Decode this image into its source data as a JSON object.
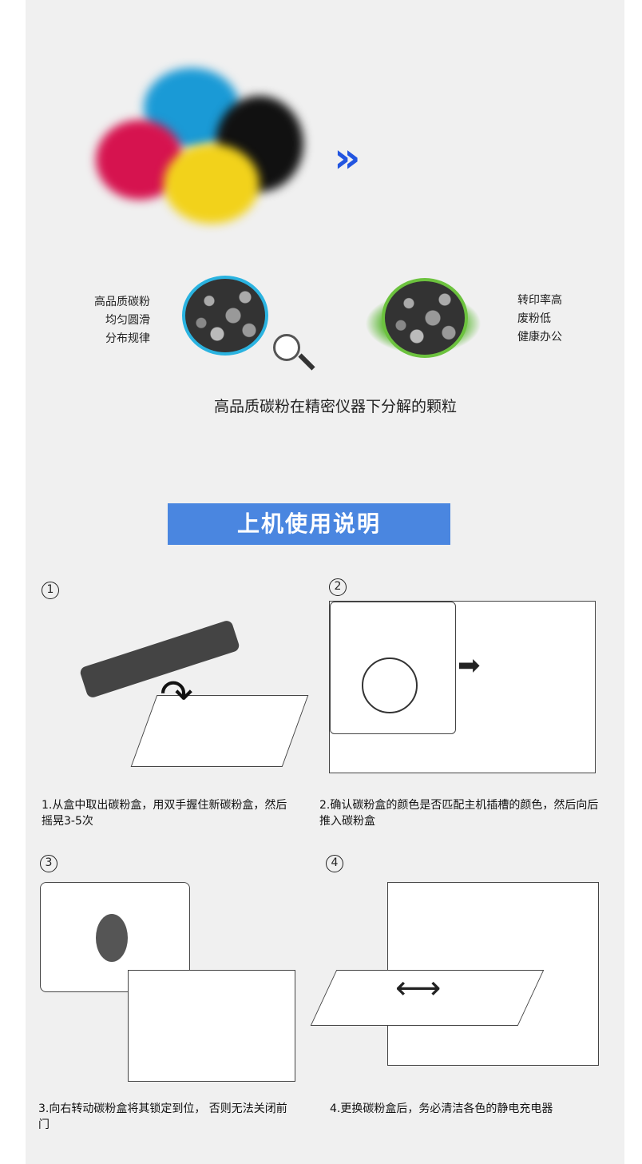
{
  "intro": {
    "left_label": [
      "高品质碳粉",
      "均匀圆滑",
      "分布规律"
    ],
    "right_label": [
      "转印率高",
      "废粉低",
      "健康办公"
    ],
    "caption": "高品质碳粉在精密仪器下分解的颗粒",
    "arrow_icon": "double-chevron-right-icon",
    "accent": "#2255e0"
  },
  "instructions": {
    "title": "上机使用说明",
    "steps": [
      {
        "num": "①",
        "text": "1.从盒中取出碳粉盒，用双手握住新碳粉盒，然后摇晃3-5次"
      },
      {
        "num": "②",
        "text": "2.确认碳粉盒的颜色是否匹配主机插槽的颜色，然后向后推入碳粉盒"
      },
      {
        "num": "③",
        "text": "3.向右转动碳粉盒将其锁定到位， 否则无法关闭前门"
      },
      {
        "num": "④",
        "text": "4.更换碳粉盒后，务必清洁各色的静电充电器"
      }
    ]
  }
}
